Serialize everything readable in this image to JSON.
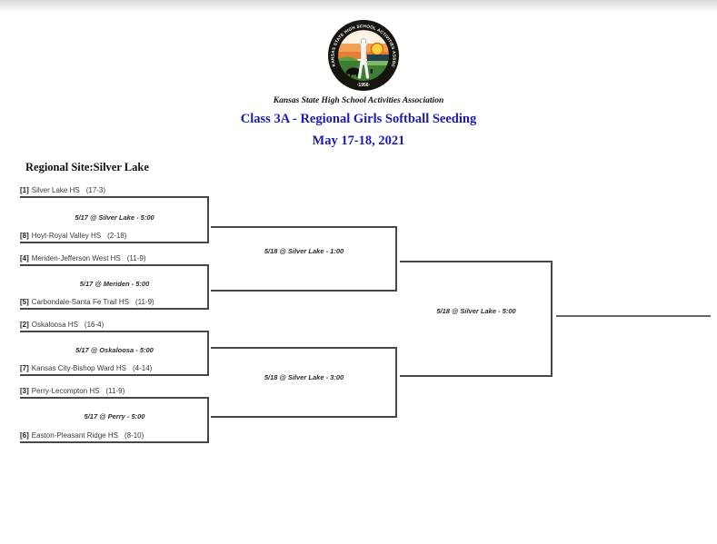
{
  "header": {
    "association": "Kansas State High School Activities Association",
    "title": "Class 3A - Regional Girls Softball Seeding",
    "date_range": "May 17-18, 2021",
    "title_color": "#1b1bb0"
  },
  "logo": {
    "ring_text": "KANSAS STATE HIGH SCHOOL ACTIVITIES ASSOCIATION INC.",
    "year_text": "·1956·"
  },
  "site": {
    "label": "Regional Site:Silver Lake"
  },
  "bracket": {
    "round1": [
      {
        "top": {
          "seed": "[1]",
          "name": "Silver Lake HS",
          "record": "(17-3)"
        },
        "bottom": {
          "seed": "[8]",
          "name": "Hoyt-Royal Valley HS",
          "record": "(2-18)"
        },
        "game_label": "5/17 @ Silver Lake - 5:00"
      },
      {
        "top": {
          "seed": "[4]",
          "name": "Meriden-Jefferson West HS",
          "record": "(11-9)"
        },
        "bottom": {
          "seed": "[5]",
          "name": "Carbondale-Santa Fe Trail HS",
          "record": "(11-9)"
        },
        "game_label": "5/17 @ Meriden - 5:00"
      },
      {
        "top": {
          "seed": "[2]",
          "name": "Oskaloosa HS",
          "record": "(16-4)"
        },
        "bottom": {
          "seed": "[7]",
          "name": "Kansas City-Bishop Ward HS",
          "record": "(4-14)"
        },
        "game_label": "5/17 @ Oskaloosa - 5:00"
      },
      {
        "top": {
          "seed": "[3]",
          "name": "Perry-Lecompton HS",
          "record": "(11-9)"
        },
        "bottom": {
          "seed": "[6]",
          "name": "Easton-Pleasant Ridge HS",
          "record": "(8-10)"
        },
        "game_label": "5/17 @ Perry - 5:00"
      }
    ],
    "semifinals": [
      {
        "game_label": "5/18 @ Silver Lake - 1:00"
      },
      {
        "game_label": "5/18 @ Silver Lake - 3:00"
      }
    ],
    "final": {
      "game_label": "5/18 @ Silver Lake - 5:00"
    }
  }
}
